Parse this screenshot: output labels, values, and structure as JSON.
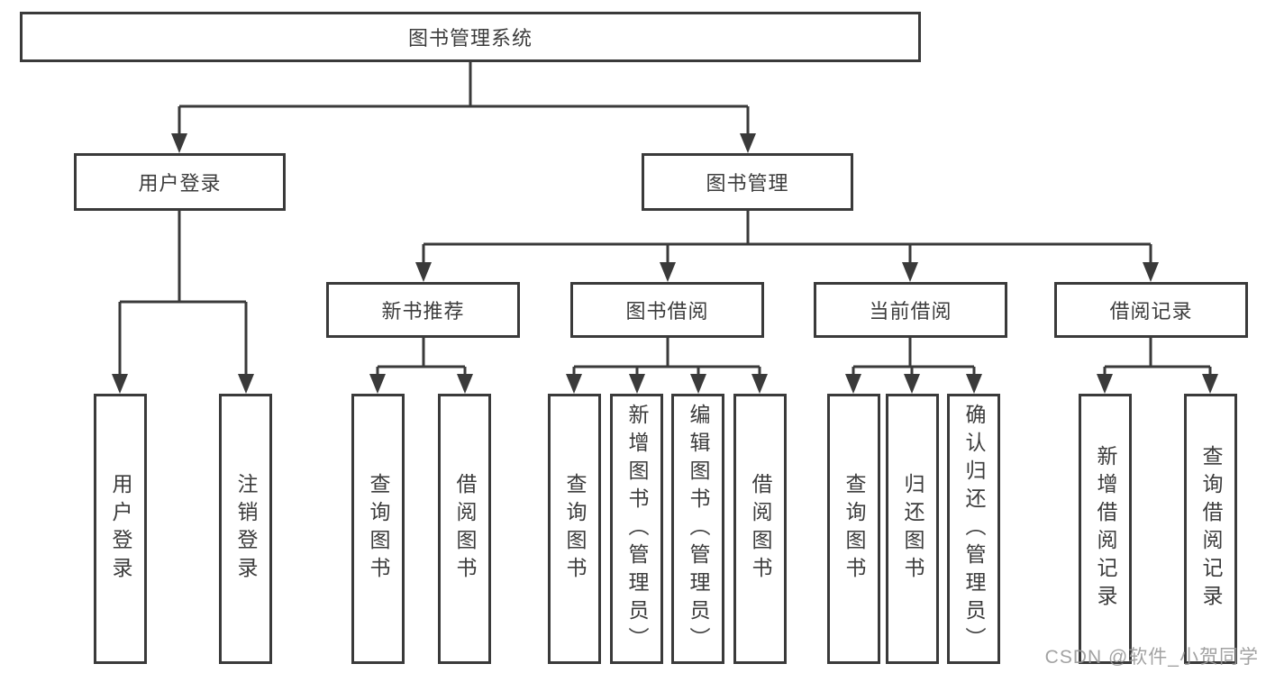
{
  "colors": {
    "line": "#3a3a3a",
    "box_border": "#3a3a3a",
    "box_fill": "#ffffff",
    "text": "#3c3c3c",
    "watermark": "#989898",
    "background": "#ffffff"
  },
  "watermark": {
    "text": "CSDN @软件_小贺同学"
  },
  "tree": {
    "root": "图书管理系统",
    "branches": [
      {
        "label": "用户登录",
        "leaves": [
          "用户登录",
          "注销登录"
        ]
      },
      {
        "label": "图书管理",
        "groups": [
          {
            "label": "新书推荐",
            "leaves": [
              "查询图书",
              "借阅图书"
            ]
          },
          {
            "label": "图书借阅",
            "leaves": [
              "查询图书",
              "新增图书（管理员）",
              "编辑图书（管理员）",
              "借阅图书"
            ]
          },
          {
            "label": "当前借阅",
            "leaves": [
              "查询图书",
              "归还图书",
              "确认归还（管理员）"
            ]
          },
          {
            "label": "借阅记录",
            "leaves": [
              "新增借阅记录",
              "查询借阅记录"
            ]
          }
        ]
      }
    ]
  }
}
